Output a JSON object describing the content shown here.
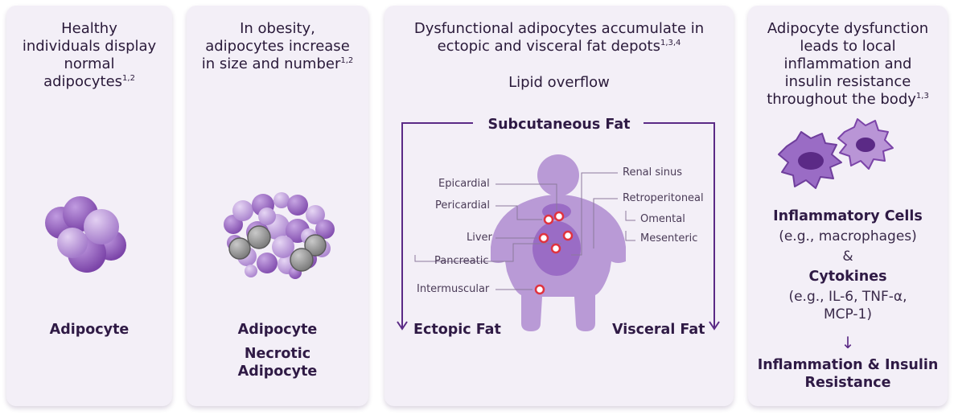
{
  "panel1": {
    "heading": "Healthy individuals display normal adipocytes",
    "heading_lines": [
      "Healthy",
      "individuals display",
      "normal",
      "adipocytes"
    ],
    "heading_sup": "1,2",
    "label": "Adipocyte"
  },
  "panel2": {
    "heading_lines": [
      "In obesity,",
      "adipocytes increase",
      "in size and number"
    ],
    "heading_sup": "1,2",
    "label1": "Adipocyte",
    "label2_lines": [
      "Necrotic",
      "Adipocyte"
    ]
  },
  "panel3": {
    "heading_lines": [
      "Dysfunctional adipocytes accumulate in",
      "ectopic and visceral fat depots"
    ],
    "heading_sup": "1,3,4",
    "subheading": "Lipid overflow",
    "subcutaneous": "Subcutaneous Fat",
    "ectopic": "Ectopic Fat",
    "visceral": "Visceral Fat",
    "labels_left": [
      "Epicardial",
      "Pericardial",
      "Liver",
      "Pancreatic",
      "Intermuscular"
    ],
    "labels_right": [
      "Renal sinus",
      "Retroperitoneal",
      "Omental",
      "Mesenteric"
    ]
  },
  "panel4": {
    "heading_lines": [
      "Adipocyte dysfunction",
      "leads to local",
      "inflammation and",
      "insulin resistance",
      "throughout the body"
    ],
    "heading_sup": "1,3",
    "cells_title": "Inflammatory Cells",
    "cells_example": "(e.g., macrophages)",
    "amp": "&",
    "cytokines_title": "Cytokines",
    "cytokines_example_lines": [
      "(e.g., IL-6, TNF-α,",
      "MCP-1)"
    ],
    "arrow": "↓",
    "result_lines": [
      "Inflammation & Insulin",
      "Resistance"
    ]
  },
  "colors": {
    "panel_bg": "#f3eff7",
    "accent_purple": "#5b2a86",
    "adipocyte_light": "#b995d6",
    "adipocyte_dark": "#8c55b8",
    "necrotic_gray": "#8f8f8f",
    "body_fill": "#b99ad6",
    "organ_fill": "#9a6cc5",
    "fat_dot": "#e0333f"
  }
}
